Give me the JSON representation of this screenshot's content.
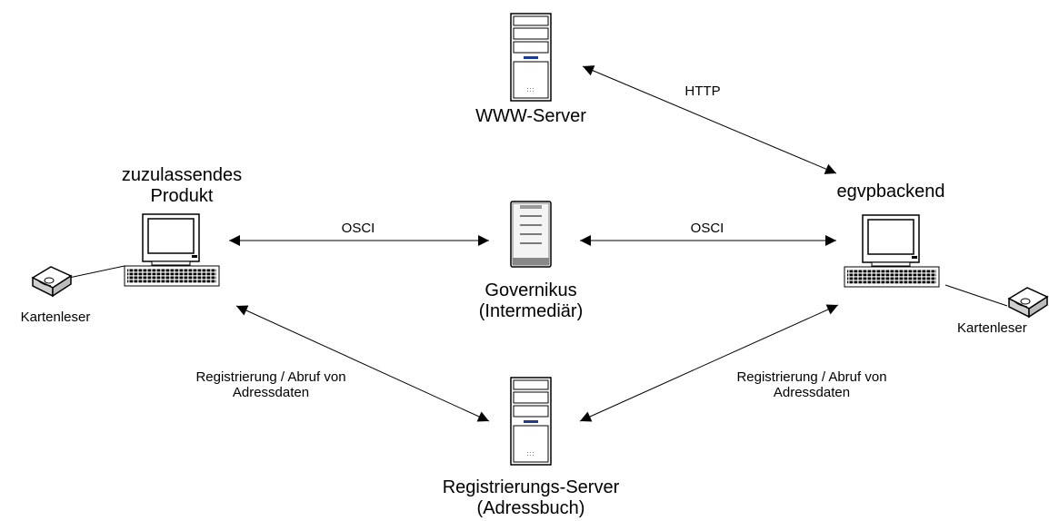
{
  "nodes": {
    "www_server": "WWW-Server",
    "product": "zuzulassendes\nProdukt",
    "egvpbackend": "egvpbackend",
    "governikus": "Governikus\n(Intermediär)",
    "registration_server": "Registrierungs-Server\n(Adressbuch)",
    "card_reader_left": "Kartenleser",
    "card_reader_right": "Kartenleser"
  },
  "edges": {
    "http": "HTTP",
    "osci_left": "OSCI",
    "osci_right": "OSCI",
    "registration_left": "Registrierung / Abruf von\nAdressdaten",
    "registration_right": "Registrierung / Abruf von\nAdressdaten"
  }
}
